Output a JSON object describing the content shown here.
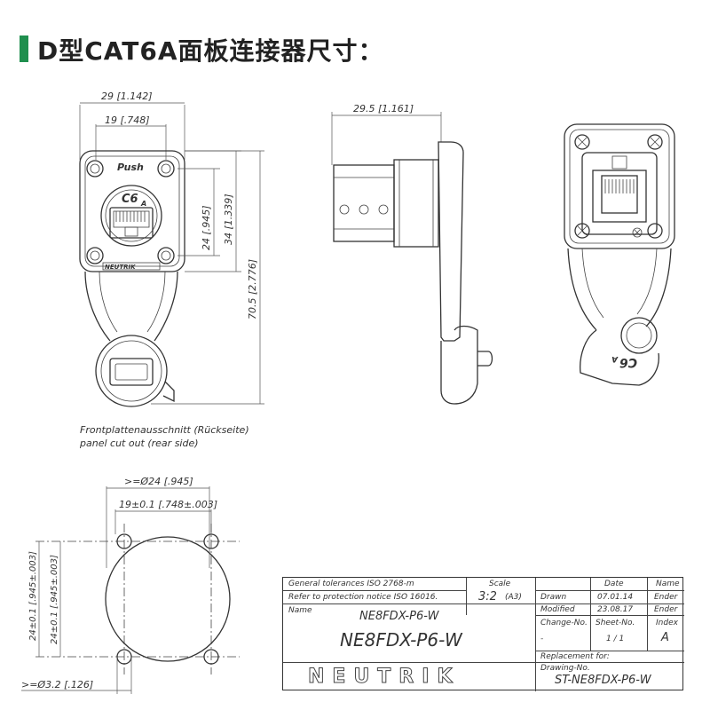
{
  "title": "D型CAT6A面板连接器尺寸：",
  "front_view": {
    "dim_width_outer": "29 [1.142]",
    "dim_width_inner": "19 [.748]",
    "dim_h_inner": "24 [.945]",
    "dim_h_outer": "34 [1.339]",
    "dim_h_total": "70.5 [2.776]",
    "push_label": "Push",
    "cat_label": "C6",
    "cat_sub": "A",
    "brand_small": "NEUTRIK"
  },
  "side_view": {
    "dim_depth": "29.5 [1.161]"
  },
  "cutout": {
    "caption_de": "Frontplattenausschnitt (Rückseite)",
    "caption_en": "panel cut out (rear side)",
    "dim_diameter": ">=Ø24 [.945]",
    "dim_hole_spacing": "19±0.1 [.748±.003]",
    "dim_vert_right": "24±0.1 [.945±.003]",
    "dim_vert_left": "24±0.1 [.945±.003]",
    "dim_hole_dia": ">=Ø3.2 [.126]"
  },
  "back_view": {
    "cat_label": "C6",
    "cat_sub": "A"
  },
  "title_block": {
    "general_tol": "General tolerances ISO 2768-m",
    "protection": "Refer to protection notice ISO 16016.",
    "scale_label": "Scale",
    "scale_value": "3:2",
    "scale_format": "(A3)",
    "date_header": "Date",
    "name_header": "Name",
    "drawn_label": "Drawn",
    "drawn_date": "07.01.14",
    "drawn_name": "Ender",
    "modified_label": "Modified",
    "modified_date": "23.08.17",
    "modified_name": "Ender",
    "name_label": "Name",
    "name_small": "NE8FDX-P6-W",
    "name_large": "NE8FDX-P6-W",
    "change_no_label": "Change-No.",
    "change_no_value": "-",
    "sheet_no_label": "Sheet-No.",
    "sheet_no_value": "1 / 1",
    "index_label": "Index",
    "index_value": "A",
    "replacement_label": "Replacement for:",
    "drawing_no_label": "Drawing-No.",
    "drawing_no_value": "ST-NE8FDX-P6-W",
    "brand": "NEUTRIK"
  }
}
